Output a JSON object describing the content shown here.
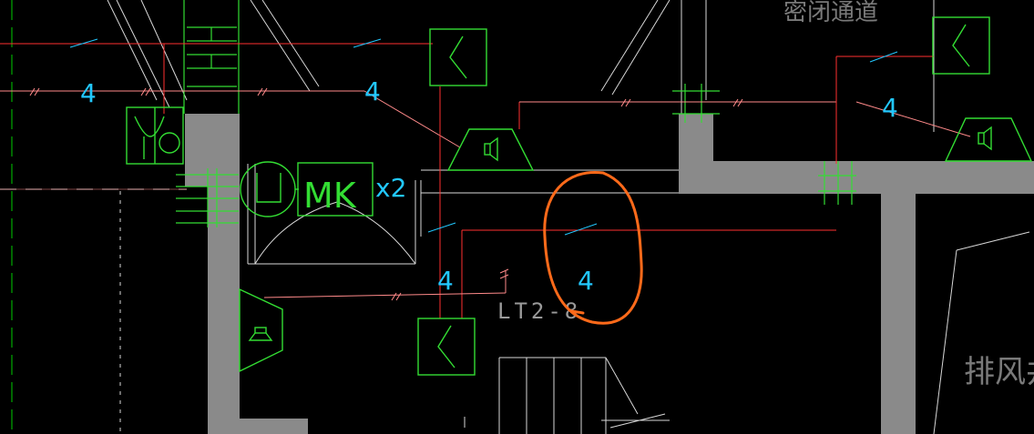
{
  "drawing": {
    "colors": {
      "background": "#000000",
      "wall": "#8a8a8a",
      "cable_red": "#ff3030",
      "cable_pink": "#ff8a8a",
      "symbol_green": "#33dd33",
      "label_cyan": "#22c8ff",
      "line_white": "#d8d8d8",
      "annotation_orange": "#ff6a1a",
      "centerline_green": "#00cc00"
    },
    "labels": {
      "wire_count": "4",
      "mk_box": "MK",
      "multiplier": "x2",
      "circuit_tag": "LT2-8",
      "room_top": "密闭通道",
      "room_right": "排风井"
    },
    "icons": [
      "fire-damper-switch-icon",
      "speaker-icon",
      "hand-annotation-circle-icon"
    ]
  }
}
